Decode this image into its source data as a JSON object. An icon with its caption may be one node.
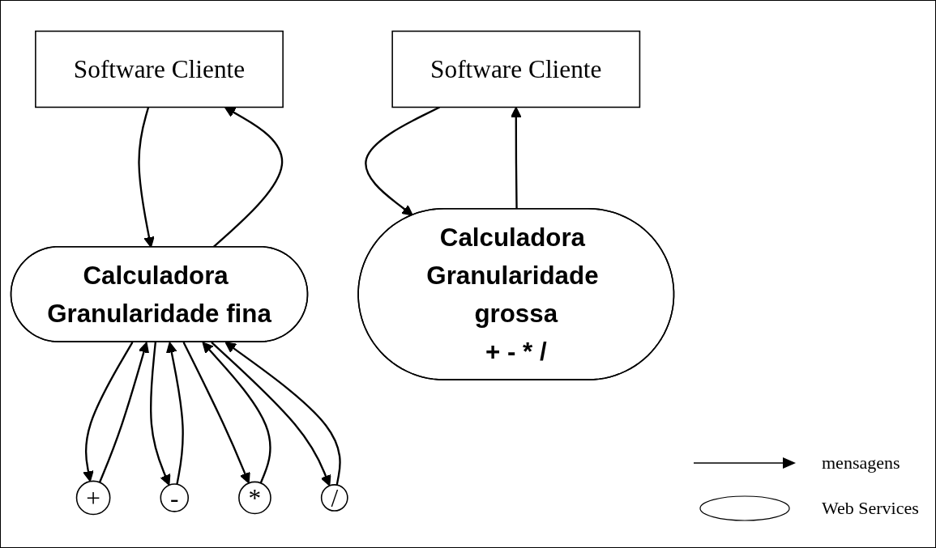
{
  "diagram": {
    "nodes": [
      {
        "text": [
          "Software Cliente"
        ]
      },
      {
        "text": [
          "Calculadora Granularidade fina"
        ]
      },
      {
        "text": [
          "+"
        ]
      },
      {
        "text": [
          "-"
        ]
      },
      {
        "text": [
          "*"
        ]
      },
      {
        "text": [
          "/"
        ]
      },
      {
        "text": [
          "Software Cliente"
        ]
      },
      {
        "text": [
          "Calculadora Granularidade grossa",
          "+ - * /"
        ]
      }
    ],
    "edges": [
      {
        "from": 0,
        "to": 1,
        "arrow": "to"
      },
      {
        "from": 1,
        "to": 0,
        "arrow": "to"
      },
      {
        "from": 1,
        "to": 2,
        "arrow": "to"
      },
      {
        "from": 2,
        "to": 1,
        "arrow": "to"
      },
      {
        "from": 1,
        "to": 3,
        "arrow": "to"
      },
      {
        "from": 3,
        "to": 1,
        "arrow": "to"
      },
      {
        "from": 1,
        "to": 4,
        "arrow": "to"
      },
      {
        "from": 4,
        "to": 1,
        "arrow": "to"
      },
      {
        "from": 1,
        "to": 5,
        "arrow": "to"
      },
      {
        "from": 5,
        "to": 1,
        "arrow": "to"
      },
      {
        "from": 6,
        "to": 7,
        "arrow": "to"
      },
      {
        "from": 7,
        "to": 6,
        "arrow": "to"
      }
    ],
    "legend": [
      {
        "text": "mensagens"
      },
      {
        "text": "Web Services"
      }
    ]
  }
}
